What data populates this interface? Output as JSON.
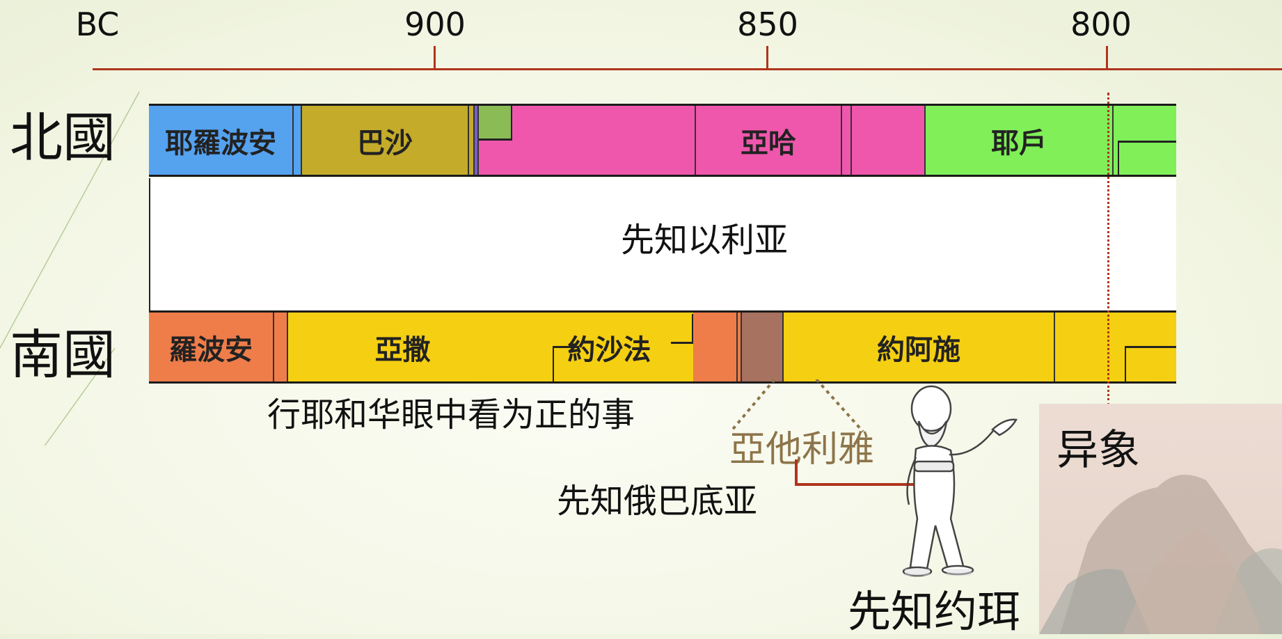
{
  "axis": {
    "ticks": [
      {
        "label": "BC"
      },
      {
        "label": "900"
      },
      {
        "label": "850"
      },
      {
        "label": "800"
      }
    ]
  },
  "kingdoms": {
    "north": "北國",
    "south": "南國"
  },
  "north_kings": [
    {
      "name": "耶羅波安",
      "color": "#55a2ef"
    },
    {
      "name": "巴沙",
      "color": "#c4ab2a"
    },
    {
      "name": "",
      "color": "#8bbb55"
    },
    {
      "name": "亞哈",
      "color": "#ef57ac"
    },
    {
      "name": "耶戶",
      "color": "#80ef58"
    }
  ],
  "south_kings": [
    {
      "name": "羅波安",
      "color": "#ee7d4a"
    },
    {
      "name": "亞撒",
      "color": "#f5cf12"
    },
    {
      "name": "約沙法",
      "color": "#f5cf12"
    },
    {
      "name": "",
      "color": "#a7725f"
    },
    {
      "name": "約阿施",
      "color": "#f5cf12"
    }
  ],
  "prophets": {
    "elijah": "先知以利亚",
    "obadiah": "先知俄巴底亚",
    "joel": "先知约珥"
  },
  "notes": {
    "did_right": "行耶和华眼中看为正的事",
    "athaliah": "亞他利雅",
    "vision": "异象"
  },
  "colors": {
    "axis": "#b0341c",
    "athaliah_text": "#8d744a",
    "painting_bg": "#ecdcd3"
  }
}
